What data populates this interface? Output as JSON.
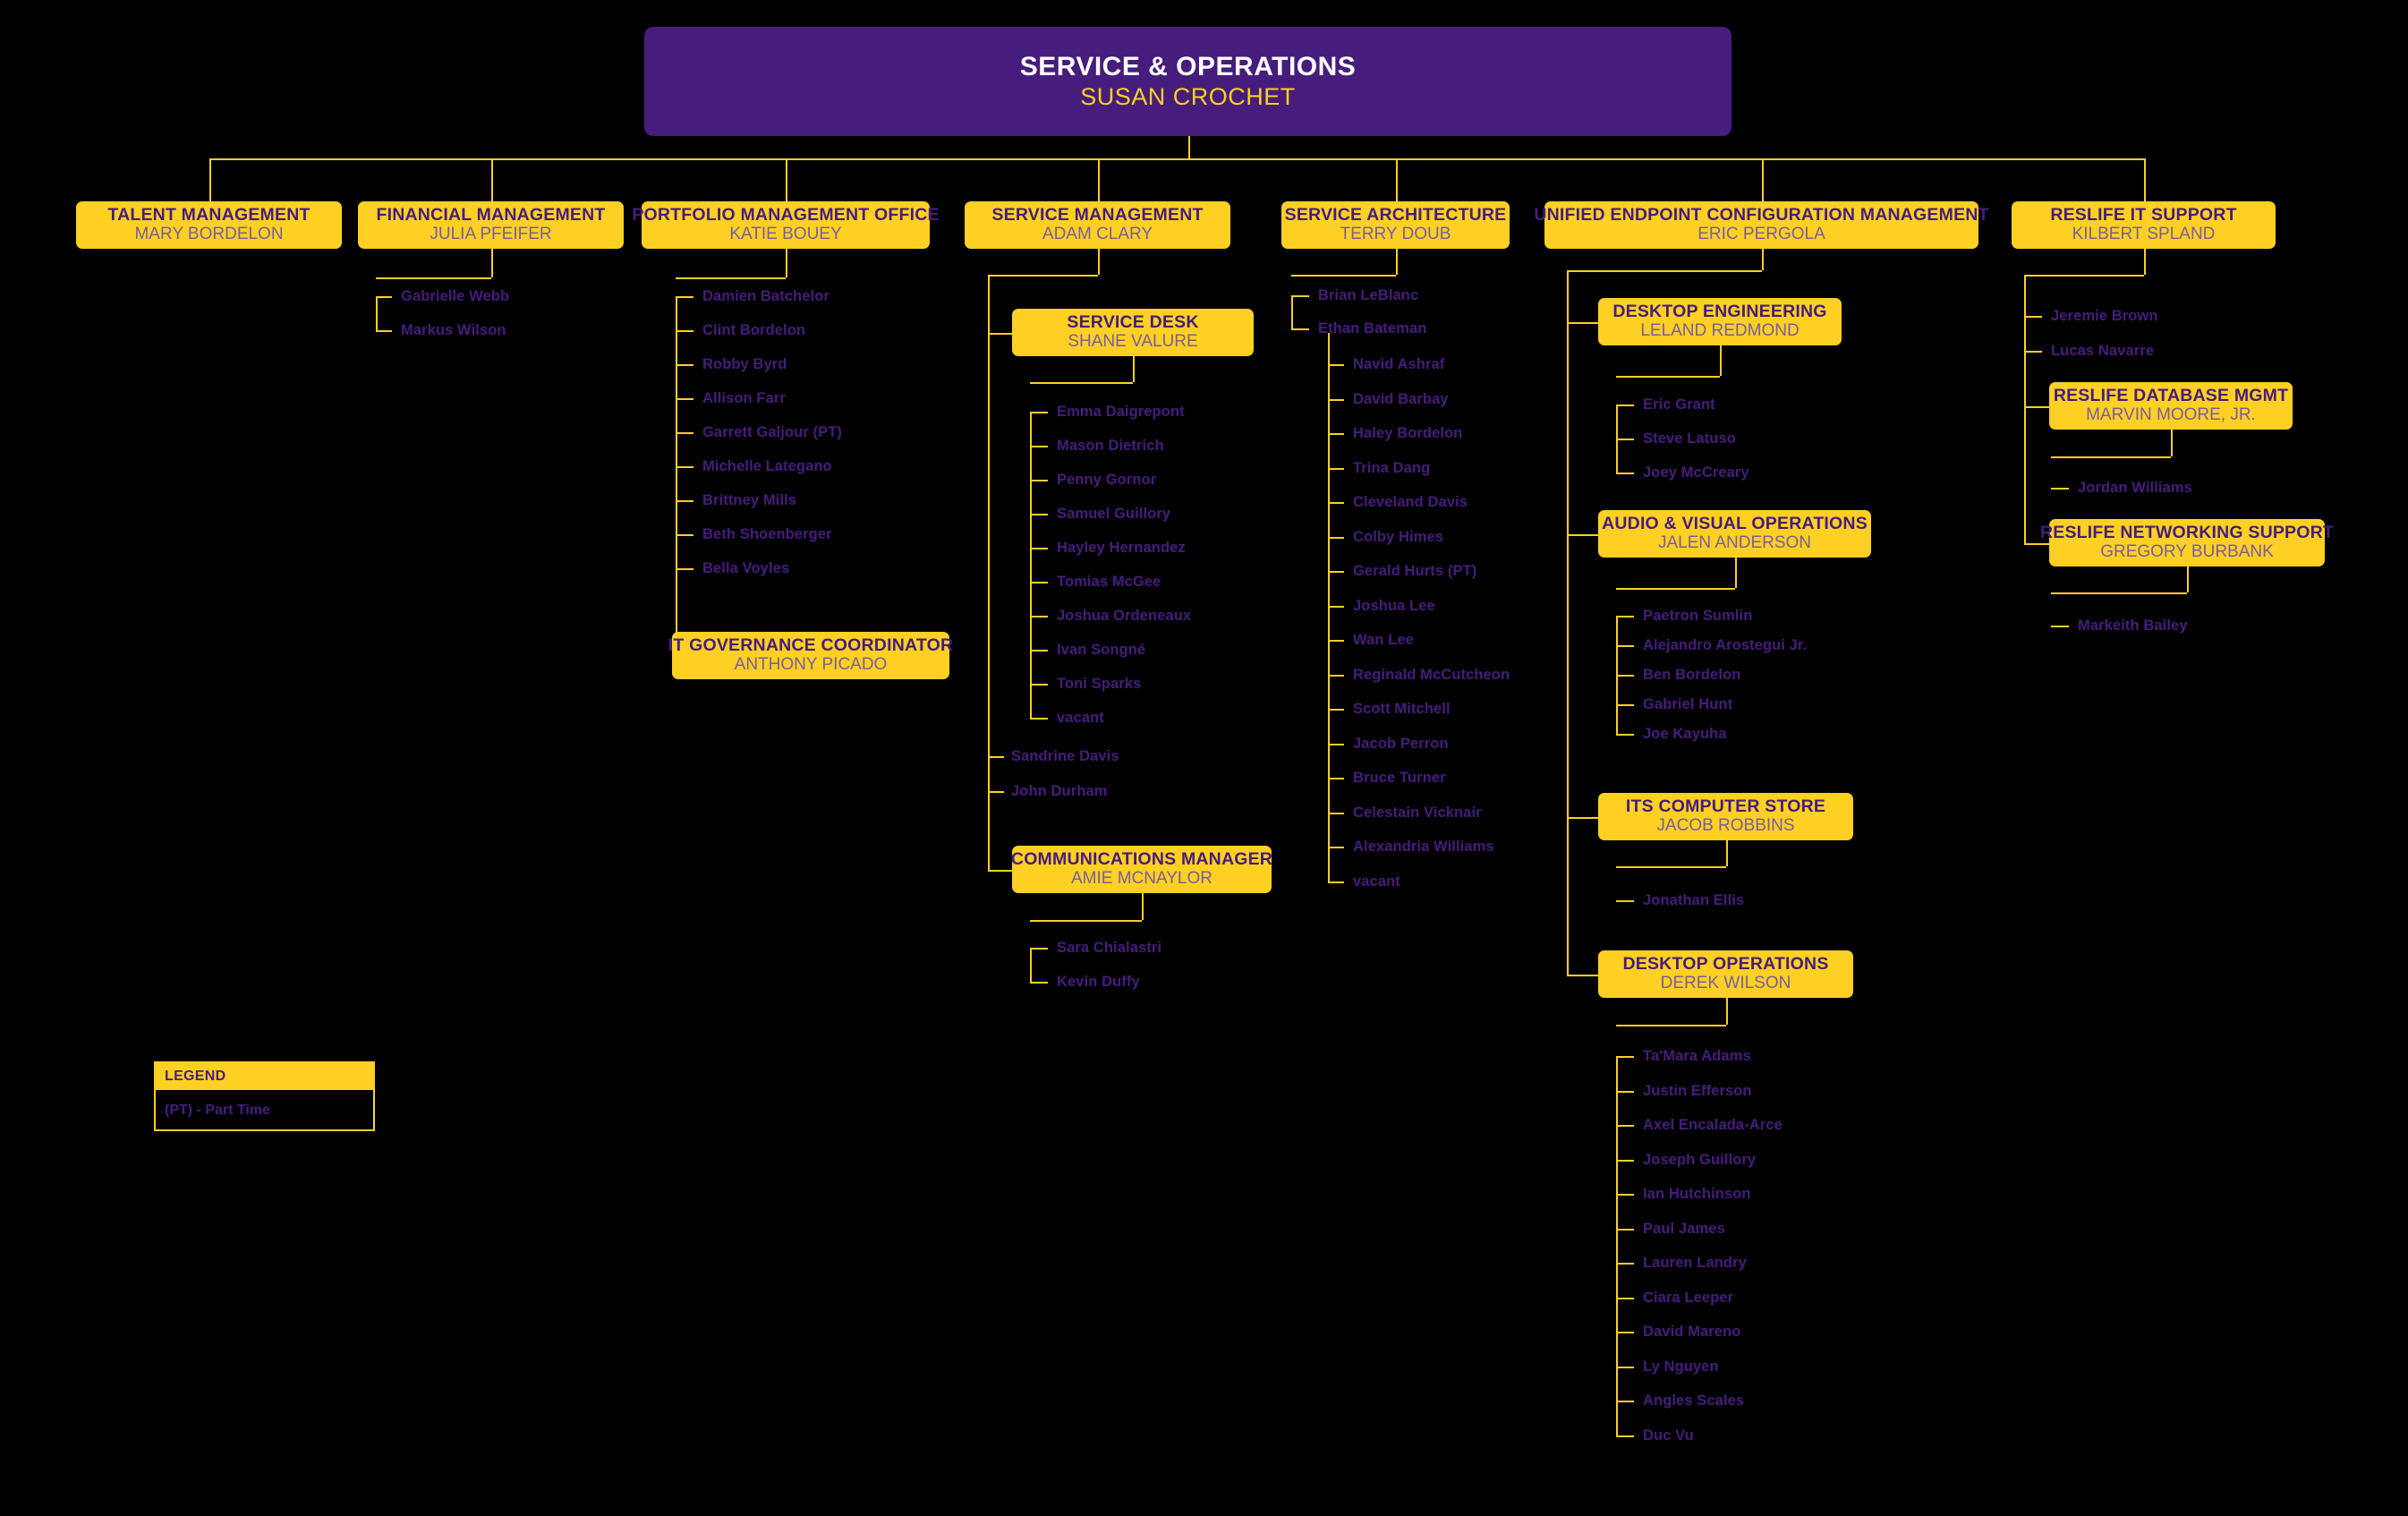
{
  "chart_title": "SERVICE & OPERATIONS",
  "colors": {
    "background": "#000000",
    "box_fill": "#FDD023",
    "box_title": "#461D7C",
    "box_person": "#7a5d9e",
    "root_fill": "#461D7C",
    "root_title": "#FFFFFF",
    "root_person": "#FDD023",
    "connector": "#FDD023",
    "staff_name": "#461D7C"
  },
  "root": {
    "title": "SERVICE & OPERATIONS",
    "person": "SUSAN CROCHET"
  },
  "units": {
    "talent_management": {
      "title": "TALENT MANAGEMENT",
      "person": "MARY BORDELON"
    },
    "financial_management": {
      "title": "FINANCIAL MANAGEMENT",
      "person": "JULIA PFEIFER"
    },
    "portfolio_office": {
      "title": "PORTFOLIO MANAGEMENT OFFICE",
      "person": "KATIE BOUEY"
    },
    "service_management": {
      "title": "SERVICE MANAGEMENT",
      "person": "ADAM CLARY"
    },
    "service_architecture": {
      "title": "SERVICE ARCHITECTURE",
      "person": "TERRY DOUB"
    },
    "uecm": {
      "title": "UNIFIED ENDPOINT CONFIGURATION MANAGEMENT",
      "person": "ERIC PERGOLA"
    },
    "reslife_it_support": {
      "title": "RESLIFE IT SUPPORT",
      "person": "KILBERT SPLAND"
    },
    "it_governance": {
      "title": "IT GOVERNANCE COORDINATOR",
      "person": "ANTHONY PICADO"
    },
    "service_desk": {
      "title": "SERVICE DESK",
      "person": "SHANE VALURE"
    },
    "communications_manager": {
      "title": "COMMUNICATIONS MANAGER",
      "person": "AMIE MCNAYLOR"
    },
    "desktop_engineering": {
      "title": "DESKTOP ENGINEERING",
      "person": "LELAND REDMOND"
    },
    "audio_visual_ops": {
      "title": "AUDIO & VISUAL OPERATIONS",
      "person": "JALEN ANDERSON"
    },
    "its_computer_store": {
      "title": "ITS COMPUTER STORE",
      "person": "JACOB ROBBINS"
    },
    "desktop_operations": {
      "title": "DESKTOP OPERATIONS",
      "person": "DEREK WILSON"
    },
    "reslife_database": {
      "title": "RESLIFE DATABASE MGMT",
      "person": "MARVIN MOORE, JR."
    },
    "reslife_networking": {
      "title": "RESLIFE NETWORKING SUPPORT",
      "person": "GREGORY BURBANK"
    }
  },
  "staff": {
    "financial_management": [
      "Gabrielle Webb",
      "Markus Wilson"
    ],
    "portfolio_office": [
      "Damien Batchelor",
      "Clint Bordelon",
      "Robby Byrd",
      "Allison Farr",
      "Garrett Galjour (PT)",
      "Michelle Lategano",
      "Brittney Mills",
      "Beth Shoenberger",
      "Bella Voyles"
    ],
    "service_desk": [
      "Emma Daigrepont",
      "Mason Dietrich",
      "Penny Gornor",
      "Samuel Guillory",
      "Hayley Hernandez",
      "Tomias McGee",
      "Joshua Ordeneaux",
      "Ivan Songné",
      "Toni Sparks",
      "vacant"
    ],
    "service_management": [
      "Sandrine Davis",
      "John Durham"
    ],
    "communications_manager": [
      "Sara Chialastri",
      "Kevin Duffy"
    ],
    "service_architecture": [
      "Brian LeBlanc",
      "Ethan Bateman"
    ],
    "ethan_bateman": [
      "Navid Ashraf",
      "David Barbay",
      "Haley Bordelon",
      "Trina Dang",
      "Cleveland Davis",
      "Colby Himes",
      "Gerald Hurts (PT)",
      "Joshua Lee",
      "Wan Lee",
      "Reginald McCutcheon",
      "Scott Mitchell",
      "Jacob Perron",
      "Bruce Turner",
      "Celestain Vicknair",
      "Alexandria Williams",
      "vacant"
    ],
    "desktop_engineering": [
      "Eric Grant",
      "Steve Latuso",
      "Joey McCreary"
    ],
    "audio_visual_ops": [
      "Paetron Sumlin",
      "Alejandro Arostegui Jr.",
      "Ben Bordelon",
      "Gabriel Hunt",
      "Joe Kayuha"
    ],
    "its_computer_store": [
      "Jonathan Ellis"
    ],
    "desktop_operations": [
      "Ta'Mara Adams",
      "Justin Efferson",
      "Axel Encalada-Arce",
      "Joseph Guillory",
      "Ian Hutchinson",
      "Paul James",
      "Lauren Landry",
      "Ciara Leeper",
      "David Mareno",
      "Ly Nguyen",
      "Angles Scales",
      "Duc Vu"
    ],
    "reslife_it_support": [
      "Jeremie Brown",
      "Lucas Navarre"
    ],
    "reslife_database": [
      "Jordan Williams"
    ],
    "reslife_networking": [
      "Markeith Bailey"
    ]
  },
  "legend": {
    "heading": "LEGEND",
    "items": [
      "(PT) - Part Time"
    ]
  }
}
